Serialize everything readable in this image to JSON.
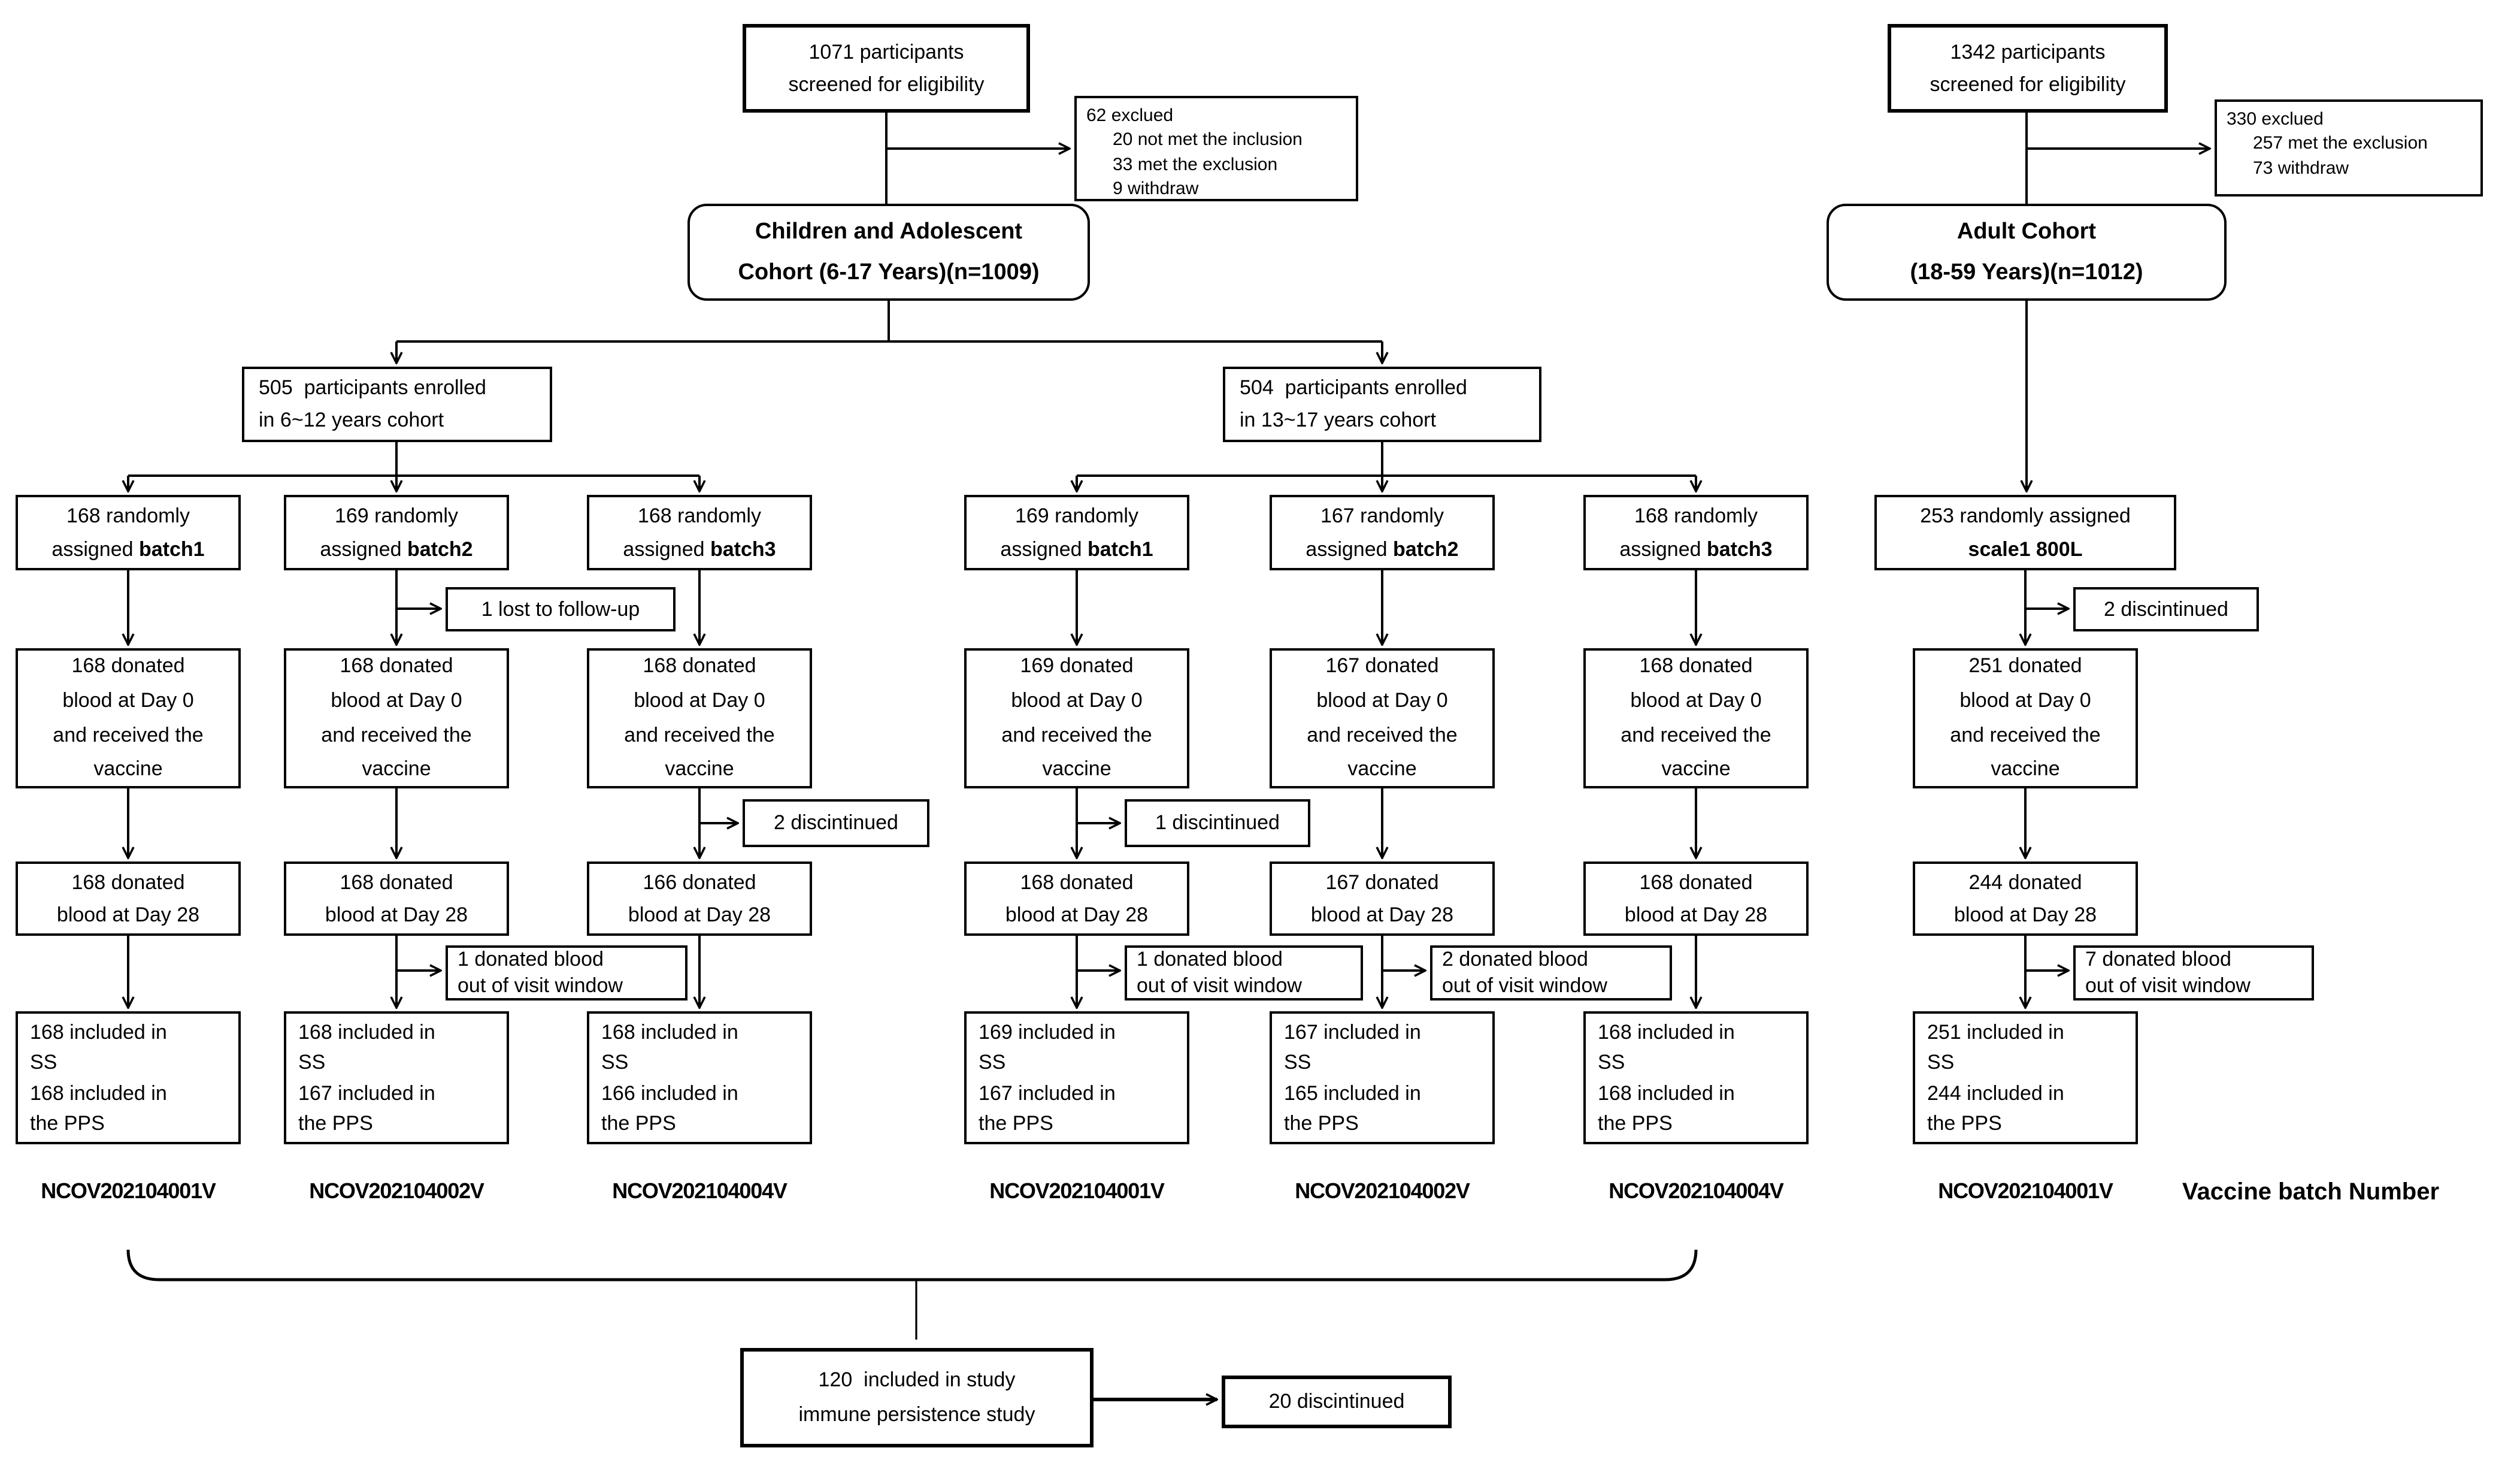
{
  "left": {
    "screened_lines": [
      "1071 participants",
      "screened for eligibility"
    ],
    "excluded_title": "62 exclued",
    "excluded_items": [
      "20 not met the inclusion",
      "33 met the exclusion",
      "9 withdraw"
    ],
    "cohort_title": "Children and Adolescent",
    "cohort_subtitle": "Cohort (6-17 Years)(n=1009)",
    "subgroups": [
      {
        "lines": [
          "505  participants enrolled",
          "in 6~12 years cohort"
        ]
      },
      {
        "lines": [
          "504  participants enrolled",
          "in 13~17 years cohort"
        ]
      }
    ]
  },
  "right": {
    "screened_lines": [
      "1342 participants",
      "screened for eligibility"
    ],
    "excluded_title": "330 exclued",
    "excluded_items": [
      "257 met the exclusion",
      "73 withdraw"
    ],
    "cohort_title": "Adult Cohort",
    "cohort_subtitle": "(18-59 Years)(n=1012)"
  },
  "columns": [
    {
      "assigned_line1": "168 randomly",
      "assigned_line2": "assigned",
      "assigned_bold": "batch1",
      "day0_lines": [
        "168 donated",
        "blood at Day 0",
        "and received the",
        "vaccine"
      ],
      "day28_lines": [
        "168 donated",
        "blood at Day 28"
      ],
      "analysis_lines": [
        "168 included in",
        "SS",
        "168 included in",
        "the PPS"
      ],
      "batch_number": "NCOV202104001V"
    },
    {
      "assigned_line1": "169 randomly",
      "assigned_line2": "assigned",
      "assigned_bold": "batch2",
      "day0_lines": [
        "168 donated",
        "blood at Day 0",
        "and received the",
        "vaccine"
      ],
      "day28_lines": [
        "168 donated",
        "blood at Day 28"
      ],
      "analysis_lines": [
        "168 included in",
        "SS",
        "167 included in",
        "the PPS"
      ],
      "batch_number": "NCOV202104002V"
    },
    {
      "assigned_line1": "168 randomly",
      "assigned_line2": "assigned",
      "assigned_bold": "batch3",
      "day0_lines": [
        "168 donated",
        "blood at Day 0",
        "and received the",
        "vaccine"
      ],
      "day28_lines": [
        "166 donated",
        "blood at Day 28"
      ],
      "analysis_lines": [
        "168 included in",
        "SS",
        "166 included in",
        "the PPS"
      ],
      "batch_number": "NCOV202104004V"
    },
    {
      "assigned_line1": "169 randomly",
      "assigned_line2": "assigned",
      "assigned_bold": "batch1",
      "day0_lines": [
        "169 donated",
        "blood at Day 0",
        "and received the",
        "vaccine"
      ],
      "day28_lines": [
        "168 donated",
        "blood at Day 28"
      ],
      "analysis_lines": [
        "169 included in",
        "SS",
        "167 included in",
        "the PPS"
      ],
      "batch_number": "NCOV202104001V"
    },
    {
      "assigned_line1": "167 randomly",
      "assigned_line2": "assigned",
      "assigned_bold": "batch2",
      "day0_lines": [
        "167 donated",
        "blood at Day 0",
        "and received the",
        "vaccine"
      ],
      "day28_lines": [
        "167 donated",
        "blood at Day 28"
      ],
      "analysis_lines": [
        "167 included in",
        "SS",
        "165 included in",
        "the PPS"
      ],
      "batch_number": "NCOV202104002V"
    },
    {
      "assigned_line1": "168 randomly",
      "assigned_line2": "assigned",
      "assigned_bold": "batch3",
      "day0_lines": [
        "168 donated",
        "blood at Day 0",
        "and received the",
        "vaccine"
      ],
      "day28_lines": [
        "168 donated",
        "blood at Day 28"
      ],
      "analysis_lines": [
        "168 included in",
        "SS",
        "168 included in",
        "the PPS"
      ],
      "batch_number": "NCOV202104004V"
    },
    {
      "assigned_line1": "253 randomly assigned",
      "assigned_line2": "",
      "assigned_bold": "scale1 800L",
      "day0_lines": [
        "251 donated",
        "blood at Day 0",
        "and received the",
        "vaccine"
      ],
      "day28_lines": [
        "244 donated",
        "blood at Day 28"
      ],
      "analysis_lines": [
        "251 included in",
        "SS",
        "244 included in",
        "the PPS"
      ],
      "batch_number": "NCOV202104001V"
    }
  ],
  "side": {
    "lost_followup": "1 lost to follow-up",
    "adult_assigned_discontinued": "2 discintinued",
    "c3_discontinued": "2 discintinued",
    "c4_discontinued": "1 discintinued",
    "c2_window": [
      "1 donated blood",
      "out of visit window"
    ],
    "c4_window": [
      "1 donated blood",
      "out of visit window"
    ],
    "c5_window": [
      "2 donated blood",
      "out of visit window"
    ],
    "adult_window": [
      "7 donated blood",
      "out of visit window"
    ]
  },
  "footer": {
    "batch_axis_label": "Vaccine batch Number",
    "persistence_lines": [
      "120  included in study",
      "immune persistence study"
    ],
    "persistence_discontinued": "20 discintinued"
  }
}
